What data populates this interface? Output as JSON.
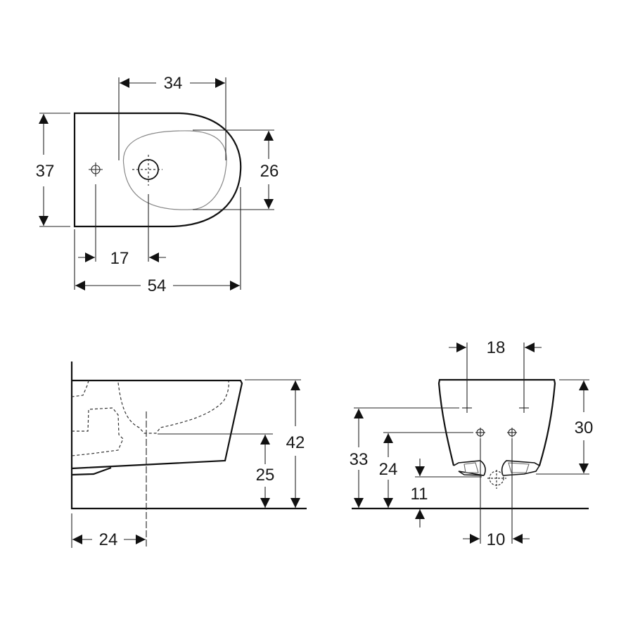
{
  "drawing": {
    "subject": "wall-hung bidet technical dimension drawing",
    "units": "cm",
    "line_color": "#111111",
    "background": "#ffffff"
  },
  "views": {
    "top": {
      "name": "top view",
      "dimensions": {
        "bowl_width": "34",
        "overall_depth_side": "37",
        "bowl_depth": "26",
        "hole_offset": "17",
        "overall_length": "54"
      }
    },
    "side": {
      "name": "side view",
      "dimensions": {
        "total_height": "42",
        "drain_height": "25",
        "drain_from_wall": "24"
      }
    },
    "front": {
      "name": "front view",
      "dimensions": {
        "fixing_spacing": "18",
        "body_height": "30",
        "fixing_height": "33",
        "supply_height": "24",
        "base_clearance": "11",
        "supply_spacing": "10"
      }
    }
  }
}
